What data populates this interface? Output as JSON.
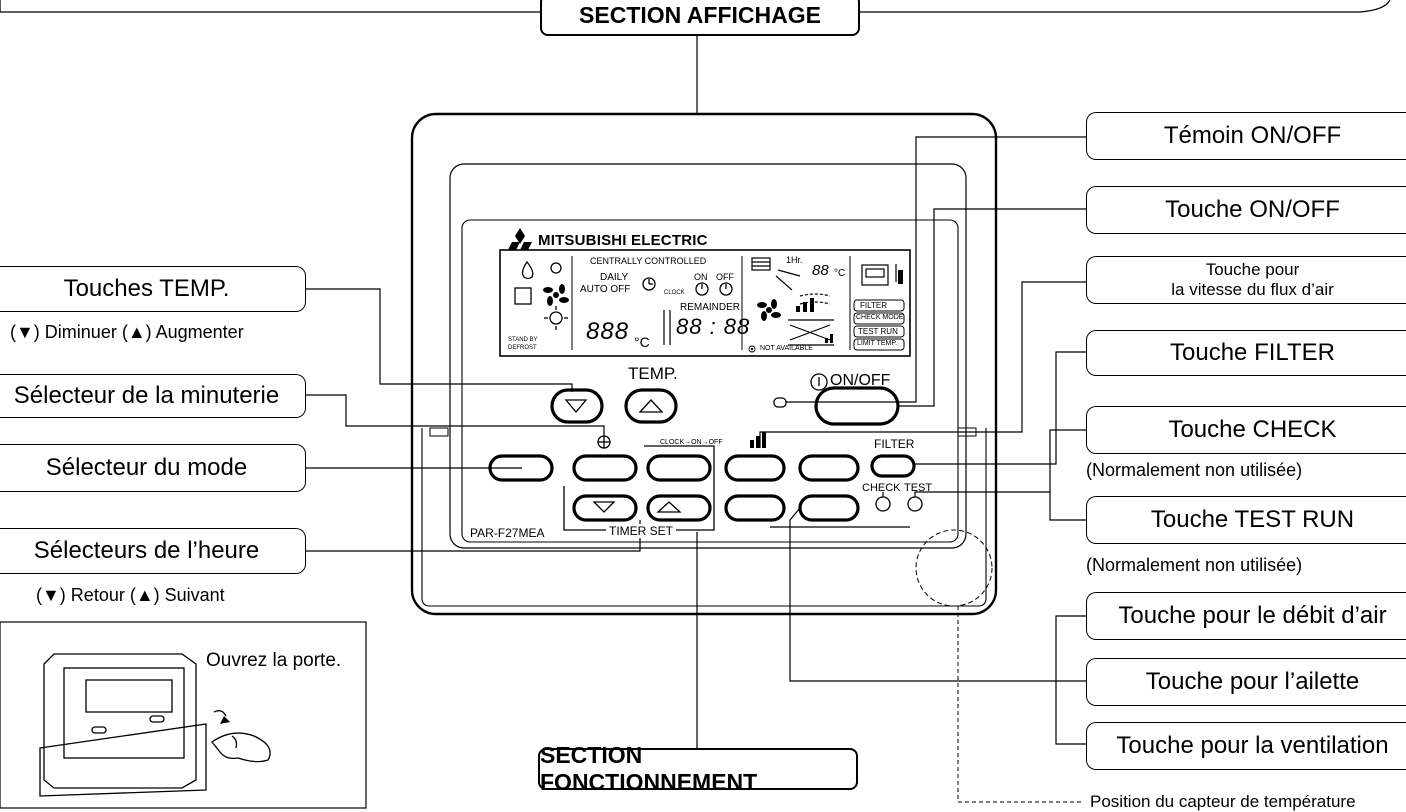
{
  "sections": {
    "display": "SECTION AFFICHAGE",
    "operation": "SECTION FONCTIONNEMENT"
  },
  "device": {
    "brand": "MITSUBISHI ELECTRIC",
    "model": "PAR-F27MEA",
    "lcd": {
      "centrally_controlled": "CENTRALLY CONTROLLED",
      "daily": "DAILY",
      "auto_off": "AUTO OFF",
      "clock": "CLOCK",
      "on": "ON",
      "off": "OFF",
      "remainder": "REMAINDER",
      "time_digits": "88 : 88",
      "temp_digits": "888",
      "temp_unit": "°C",
      "room_digits": "88",
      "room_unit": "°C",
      "one_hr": "1Hr.",
      "stand_by": "STAND BY",
      "defrost": "DEFROST",
      "not_available": "NOT AVAILABLE",
      "status_labels": [
        "FILTER",
        "CHECK MODE",
        "TEST RUN",
        "LIMIT TEMP."
      ]
    },
    "buttons": {
      "temp_label": "TEMP.",
      "on_off_label": "ON/OFF",
      "clock_on_off_label": "CLOCK→ON→OFF",
      "timer_set_label": "TIMER SET",
      "filter_label": "FILTER",
      "check_label": "CHECK",
      "test_label": "TEST"
    }
  },
  "left_callouts": {
    "temp_keys": "Touches TEMP.",
    "temp_note": "(▼) Diminuer (▲) Augmenter",
    "timer_selector": "Sélecteur de la minuterie",
    "mode_selector": "Sélecteur du mode",
    "hour_selectors": "Sélecteurs de l’heure",
    "hour_note": "(▼) Retour (▲) Suivant",
    "open_door": "Ouvrez la porte."
  },
  "right_callouts": {
    "on_off_indicator": "Témoin ON/OFF",
    "on_off_key": "Touche ON/OFF",
    "fan_speed_line1": "Touche pour",
    "fan_speed_line2": "la vitesse du flux d’air",
    "filter_key": "Touche FILTER",
    "check_key": "Touche CHECK",
    "check_note": "(Normalement non utilisée)",
    "test_run_key": "Touche TEST RUN",
    "test_run_note": "(Normalement non utilisée)",
    "airflow_key": "Touche pour le débit d’air",
    "louver_key": "Touche pour l’ailette",
    "ventilation_key": "Touche pour la ventilation",
    "sensor_position": "Position du capteur de température"
  }
}
